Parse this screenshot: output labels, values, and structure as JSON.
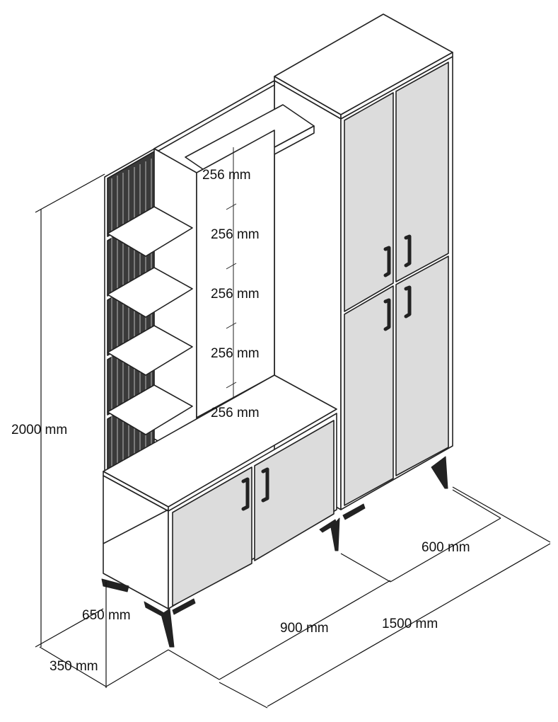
{
  "dimensions": {
    "height_total": "2000 mm",
    "depth": "350 mm",
    "low_cabinet_height": "650 mm",
    "low_cabinet_width": "900 mm",
    "overall_width": "1500 mm",
    "tall_cabinet_width": "600 mm",
    "shelf_spacing": [
      "256 mm",
      "256 mm",
      "256 mm",
      "256 mm",
      "256 mm"
    ]
  },
  "colors": {
    "outline": "#222222",
    "door_fill": "#dcdcdc",
    "panel_fill": "#ffffff",
    "slat_dark": "#333333",
    "dimension_line": "#111111"
  }
}
